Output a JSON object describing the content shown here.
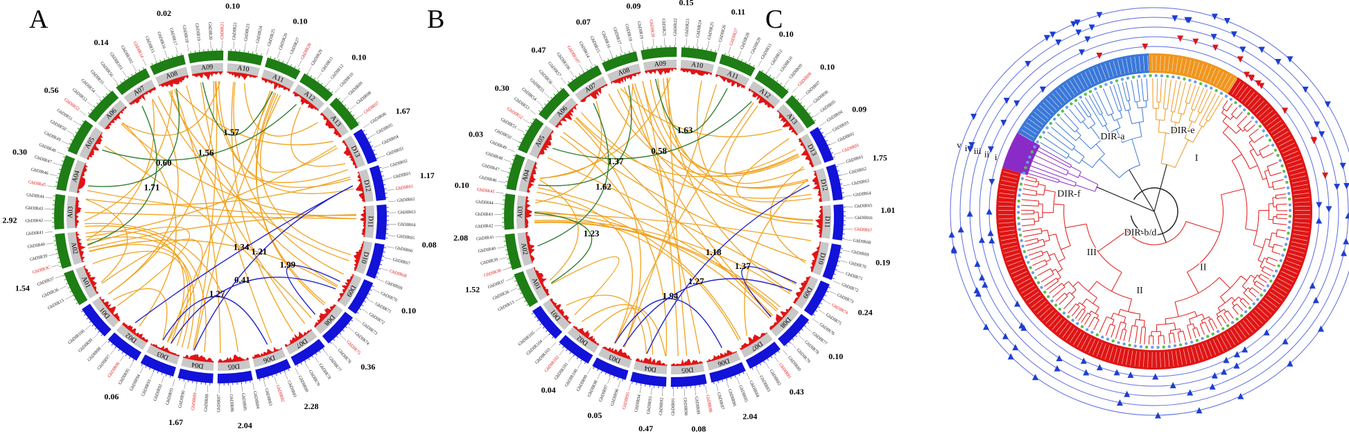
{
  "panels": {
    "A": {
      "letter": "A",
      "chromosomes": [
        {
          "name": "A01",
          "group": "A"
        },
        {
          "name": "A02",
          "group": "A"
        },
        {
          "name": "A03",
          "group": "A"
        },
        {
          "name": "A04",
          "group": "A"
        },
        {
          "name": "A05",
          "group": "A"
        },
        {
          "name": "A06",
          "group": "A"
        },
        {
          "name": "A07",
          "group": "A"
        },
        {
          "name": "A08",
          "group": "A"
        },
        {
          "name": "A09",
          "group": "A"
        },
        {
          "name": "A10",
          "group": "A"
        },
        {
          "name": "A11",
          "group": "A"
        },
        {
          "name": "A12",
          "group": "A"
        },
        {
          "name": "A13",
          "group": "A"
        },
        {
          "name": "D13",
          "group": "D"
        },
        {
          "name": "D12",
          "group": "D"
        },
        {
          "name": "D11",
          "group": "D"
        },
        {
          "name": "D10",
          "group": "D"
        },
        {
          "name": "D09",
          "group": "D"
        },
        {
          "name": "D08",
          "group": "D"
        },
        {
          "name": "D07",
          "group": "D"
        },
        {
          "name": "D06",
          "group": "D"
        },
        {
          "name": "D05",
          "group": "D"
        },
        {
          "name": "D04",
          "group": "D"
        },
        {
          "name": "D03",
          "group": "D"
        },
        {
          "name": "D02",
          "group": "D"
        },
        {
          "name": "D01",
          "group": "D"
        }
      ],
      "link_values": [
        {
          "label": "1.71",
          "kind": "green"
        },
        {
          "label": "1.56",
          "kind": "green"
        },
        {
          "label": "0.60",
          "kind": "green"
        },
        {
          "label": "1.57",
          "kind": "green"
        },
        {
          "label": "1.34",
          "kind": "blue"
        },
        {
          "label": "1.99",
          "kind": "blue"
        },
        {
          "label": "1.27",
          "kind": "blue"
        },
        {
          "label": "0.41",
          "kind": "blue"
        },
        {
          "label": "1.21",
          "kind": "blue"
        }
      ],
      "tandem_values": [
        "1.54",
        "2.92",
        "0.30",
        "0.56",
        "0.14",
        "0.02",
        "0.10",
        "0.10",
        "0.10",
        "1.67",
        "1.17",
        "0.08",
        "0.10",
        "0.36",
        "2.28",
        "2.04",
        "1.67",
        "0.06"
      ],
      "gene_labels": [
        "GhDIR13",
        "GhDIR36",
        "GhDIR37",
        "GhDIR3C",
        "GhDIR39",
        "GhDIR40",
        "GhDIR41",
        "GhDIR42",
        "GhDIR43",
        "GhDIR44",
        "GhDIR45",
        "GhDIR46",
        "GhDIR47",
        "GhDIR48",
        "GhDIR49",
        "GhDIR50",
        "GhDIR51",
        "GhDIR52",
        "GhDIR53",
        "GhDIR54",
        "GhDIR55",
        "GhDIR56",
        "GhDIR101",
        "GhDIR102",
        "GhDIR14",
        "GhDIR15",
        "GhDIR16",
        "GhDIR17",
        "GhDIR18",
        "GhDIR19",
        "GhDIR20",
        "GhDIR21",
        "GhDIR22",
        "GhDIR23",
        "GhDIR24",
        "GhDIR25",
        "GhDIR26",
        "GhDIR27",
        "GhDIR28",
        "GhDIR29",
        "GhDIR11",
        "GhDIR12",
        "GhDIR10",
        "GhDIR09",
        "GhDIR08",
        "GhDIR07",
        "GhDIR06",
        "GhDIR05",
        "GhDIR04",
        "GhDIR03",
        "GhDIR02",
        "GhDIR01",
        "GhDIR61",
        "GhDIR62",
        "GhDIR63",
        "GhDIR64",
        "GhDIR65",
        "GhDIR66",
        "GhDIR67",
        "GhDIR68",
        "GhDIR69",
        "GhDIR70",
        "GhDIR71",
        "GhDIR72",
        "GhDIR73",
        "GhDIR74",
        "GhDIR75",
        "GhDIR76",
        "GhDIR77",
        "GhDIR78",
        "GhDIR79",
        "GhDIR80",
        "GhDIR81",
        "GhDIR82",
        "GhDIR83",
        "GhDIR84",
        "GhDIR85",
        "GhDIR86",
        "GhDIR87",
        "GhDIR88",
        "GhDIR89",
        "GhDIR90",
        "GhDIR91",
        "GhDIR92",
        "GhDIR93",
        "GhDIR94",
        "GhDIR95",
        "GhDIR96",
        "GhDIR97",
        "GhDIR98",
        "GhDIR99",
        "GhDIR100"
      ]
    },
    "B": {
      "letter": "B",
      "chromosomes": [
        {
          "name": "A01",
          "group": "A"
        },
        {
          "name": "A02",
          "group": "A"
        },
        {
          "name": "A03",
          "group": "A"
        },
        {
          "name": "A04",
          "group": "A"
        },
        {
          "name": "A05",
          "group": "A"
        },
        {
          "name": "A06",
          "group": "A"
        },
        {
          "name": "A07",
          "group": "A"
        },
        {
          "name": "A08",
          "group": "A"
        },
        {
          "name": "A09",
          "group": "A"
        },
        {
          "name": "A10",
          "group": "A"
        },
        {
          "name": "A11",
          "group": "A"
        },
        {
          "name": "A12",
          "group": "A"
        },
        {
          "name": "A13",
          "group": "A"
        },
        {
          "name": "D13",
          "group": "D"
        },
        {
          "name": "D12",
          "group": "D"
        },
        {
          "name": "D11",
          "group": "D"
        },
        {
          "name": "D10",
          "group": "D"
        },
        {
          "name": "D09",
          "group": "D"
        },
        {
          "name": "D08",
          "group": "D"
        },
        {
          "name": "D07",
          "group": "D"
        },
        {
          "name": "D06",
          "group": "D"
        },
        {
          "name": "D05",
          "group": "D"
        },
        {
          "name": "D04",
          "group": "D"
        },
        {
          "name": "D03",
          "group": "D"
        },
        {
          "name": "D02",
          "group": "D"
        },
        {
          "name": "D01",
          "group": "D"
        }
      ],
      "link_values": [
        {
          "label": "1.62",
          "kind": "green"
        },
        {
          "label": "0.58",
          "kind": "green"
        },
        {
          "label": "1.37",
          "kind": "green"
        },
        {
          "label": "1.63",
          "kind": "green"
        },
        {
          "label": "1.23",
          "kind": "green"
        },
        {
          "label": "1.37",
          "kind": "blue"
        },
        {
          "label": "1.94",
          "kind": "blue"
        },
        {
          "label": "1.27",
          "kind": "blue"
        },
        {
          "label": "1.18",
          "kind": "blue"
        }
      ],
      "tandem_values": [
        "1.52",
        "2.08",
        "0.10",
        "0.03",
        "0.30",
        "0.47",
        "0.07",
        "0.09",
        "0.15",
        "0.11",
        "0.10",
        "0.10",
        "0.09",
        "1.75",
        "1.01",
        "0.19",
        "0.24",
        "0.10",
        "0.43",
        "2.04",
        "0.08",
        "0.47",
        "0.05",
        "0.04"
      ],
      "gene_labels": [
        "GhDIR13",
        "GhDIR36",
        "GhDIR37",
        "GhDIR38",
        "GhDIR39",
        "GhDIR40",
        "GhDIR41",
        "GhDIR42",
        "GhDIR43",
        "GhDIR44",
        "GhDIR45",
        "GhDIR46",
        "GhDIR47",
        "GhDIR48",
        "GhDIR49",
        "GhDIR50",
        "GhDIR51",
        "GhDIR52",
        "GhDIR53",
        "GhDIR54",
        "GhDIR55",
        "GhDIR56",
        "GhDIR57",
        "GhDIR106",
        "GhDIR107",
        "GhDIR14",
        "GhDIR15",
        "GhDIR16",
        "GhDIR17",
        "GhDIR18",
        "GhDIR19",
        "GhDIR20",
        "GhDIR21",
        "GhDIR22",
        "GhDIR23",
        "GhDIR24",
        "GhDIR25",
        "GhDIR26",
        "GhDIR27",
        "GhDIR28",
        "GhDIR29",
        "GhDIR11",
        "GhDIR12",
        "GhDIR10",
        "GhDIR09",
        "GhDIR08",
        "GhDIR07",
        "GhDIR06",
        "GhDIR05",
        "GhDIR04",
        "GhDIR03",
        "GhDIR02",
        "GhDIR01",
        "GhDIR61",
        "GhDIR62",
        "GhDIR63",
        "GhDIR64",
        "GhDIR65",
        "GhDIR66",
        "GhDIR67",
        "GhDIR68",
        "GhDIR69",
        "GhDIR70",
        "GhDIR71",
        "GhDIR72",
        "GhDIR73",
        "GhDIR74",
        "GhDIR75",
        "GhDIR76",
        "GhDIR77",
        "GhDIR78",
        "GhDIR79",
        "GhDIR80",
        "GhDIR81",
        "GhDIR82",
        "GhDIR83",
        "GhDIR84",
        "GhDIR85",
        "GhDIR86",
        "GhDIR87",
        "GhDIR88",
        "GhDIR89",
        "GhDIR90",
        "GhDIR91",
        "GhDIR92",
        "GhDIR93",
        "GhDIR94",
        "GhDIR95",
        "GhDIR96",
        "GhDIR97",
        "GhDIR98",
        "GhDIR99",
        "GhDIR100",
        "GhDIR101",
        "GhDIR102",
        "GhDIR103",
        "GhDIR104",
        "GhDIR105"
      ]
    },
    "C": {
      "letter": "C",
      "clades": [
        {
          "label": "DIR-a",
          "color": "#3a78d8"
        },
        {
          "label": "DIR-e",
          "color": "#f0961e"
        },
        {
          "label": "DIR-f",
          "color": "#8a2bc8"
        },
        {
          "label": "DIR-b/d",
          "color": "#e01515"
        }
      ],
      "subclades": [
        "I",
        "II",
        "II",
        "III"
      ],
      "ring_labels": [
        "v",
        "iv",
        "iii",
        "ii",
        "i"
      ],
      "colors": {
        "outer_rings": "#5a6ae0",
        "red_band": "#e01515",
        "blue_clade": "#3a78d8",
        "orange_clade": "#f0961e",
        "purple_clade": "#8a2bc8",
        "markers_red": "#e01515",
        "markers_blue": "#1d3fd0"
      }
    }
  },
  "colors": {
    "chr_A": "#1e7d14",
    "chr_D": "#1212d8",
    "chr_inner": "#c8c8c8",
    "density": "#e01515",
    "segmental_link": "#f0a21e",
    "green_link": "#2e7d32",
    "blue_link": "#2020d0",
    "tandem_label": "#e01515"
  }
}
